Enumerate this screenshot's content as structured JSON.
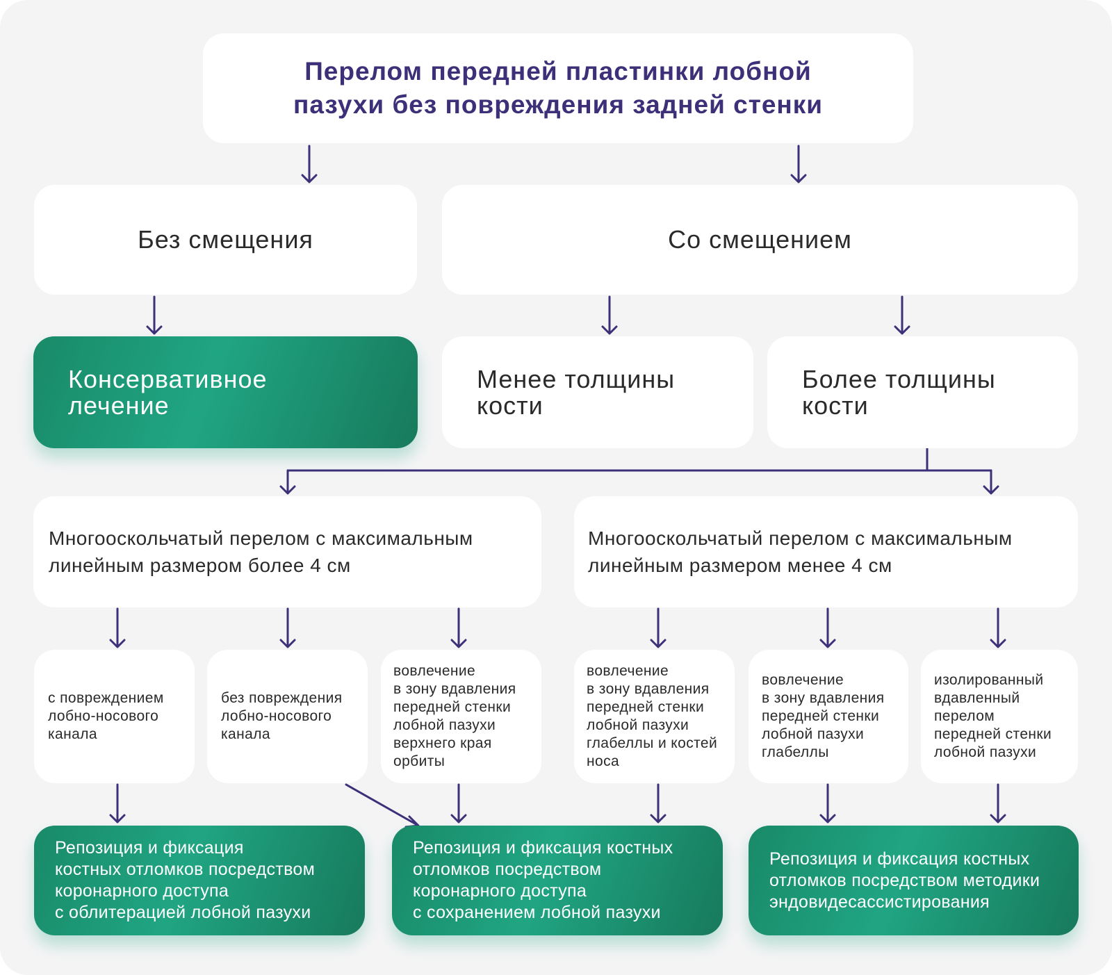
{
  "title": "Перелом передней пластинки лобной\nпазухи без повреждения задней стенки",
  "level1": {
    "no_displacement": "Без смещения",
    "with_displacement": "Со смещением"
  },
  "level2": {
    "conservative": "Консервативное\nлечение",
    "less_than_bone": "Менее толщины\nкости",
    "more_than_bone": "Более толщины\nкости"
  },
  "level3": {
    "comminuted_over_4": "Многооскольчатый перелом с максимальным\nлинейным размером более 4 см",
    "comminuted_under_4": "Многооскольчатый перелом с максимальным\nлинейным размером менее 4 см"
  },
  "level4": [
    "с повреждением\nлобно-носового\nканала",
    "без повреждения\nлобно-носового\nканала",
    "вовлечение\nв зону вдавления\nпередней стенки\nлобной пазухи\nверхнего края\nорбиты",
    "вовлечение\nв зону вдавления\nпередней стенки\nлобной пазухи\nглабеллы и костей\nноса",
    "вовлечение\nв зону вдавления\nпередней стенки\nлобной пазухи\nглабеллы",
    "изолированный\nвдавленный\nперелом\nпередней стенки\nлобной пазухи"
  ],
  "results": [
    "Репозиция и фиксация\nкостных отломков посредством\nкоронарного доступа\nс облитерацией лобной пазухи",
    "Репозиция и фиксация костных\nотломков посредством\nкоронарного доступа\nс сохранением лобной пазухи",
    "Репозиция и фиксация костных\nотломков посредством методики\nэндовидесассистирования"
  ],
  "colors": {
    "background": "#f4f4f5",
    "box": "#ffffff",
    "title_text": "#3d2f78",
    "arrow": "#3d2f78",
    "green_start": "#198a68",
    "green_mid": "#20a583",
    "green_end": "#177a5b"
  }
}
